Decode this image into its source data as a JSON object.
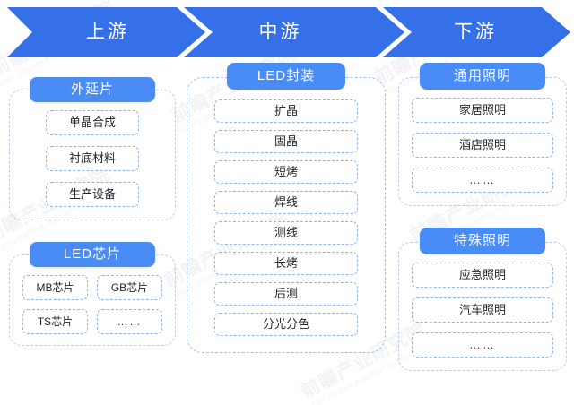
{
  "colors": {
    "band_blue": "#3570e8",
    "pill_blue": "#4a8cf5",
    "item_border": "#8fb6ef",
    "container_border": "#b9cdef",
    "text": "#22272e"
  },
  "band": {
    "segments": [
      {
        "label": "上游"
      },
      {
        "label": "中游"
      },
      {
        "label": "下游"
      }
    ]
  },
  "columns": {
    "upstream": {
      "groups": [
        {
          "title": "外延片",
          "layout": "single",
          "items": [
            "单晶合成",
            "衬底材料",
            "生产设备"
          ]
        },
        {
          "title": "LED芯片",
          "layout": "grid2",
          "items": [
            "MB芯片",
            "GB芯片",
            "TS芯片",
            "……"
          ]
        }
      ]
    },
    "midstream": {
      "groups": [
        {
          "title": "LED封装",
          "layout": "single",
          "items": [
            "扩晶",
            "固晶",
            "短烤",
            "焊线",
            "测线",
            "长烤",
            "后测",
            "分光分色"
          ]
        }
      ]
    },
    "downstream": {
      "groups": [
        {
          "title": "通用照明",
          "layout": "single",
          "items": [
            "家居照明",
            "酒店照明",
            "……"
          ]
        },
        {
          "title": "特殊照明",
          "layout": "single",
          "items": [
            "应急照明",
            "汽车照明",
            "……"
          ]
        }
      ]
    }
  },
  "watermarks": [
    {
      "text": "前瞻产业研究院",
      "sub": "中国产业咨询领导者 (股票代码 3109990)"
    }
  ]
}
